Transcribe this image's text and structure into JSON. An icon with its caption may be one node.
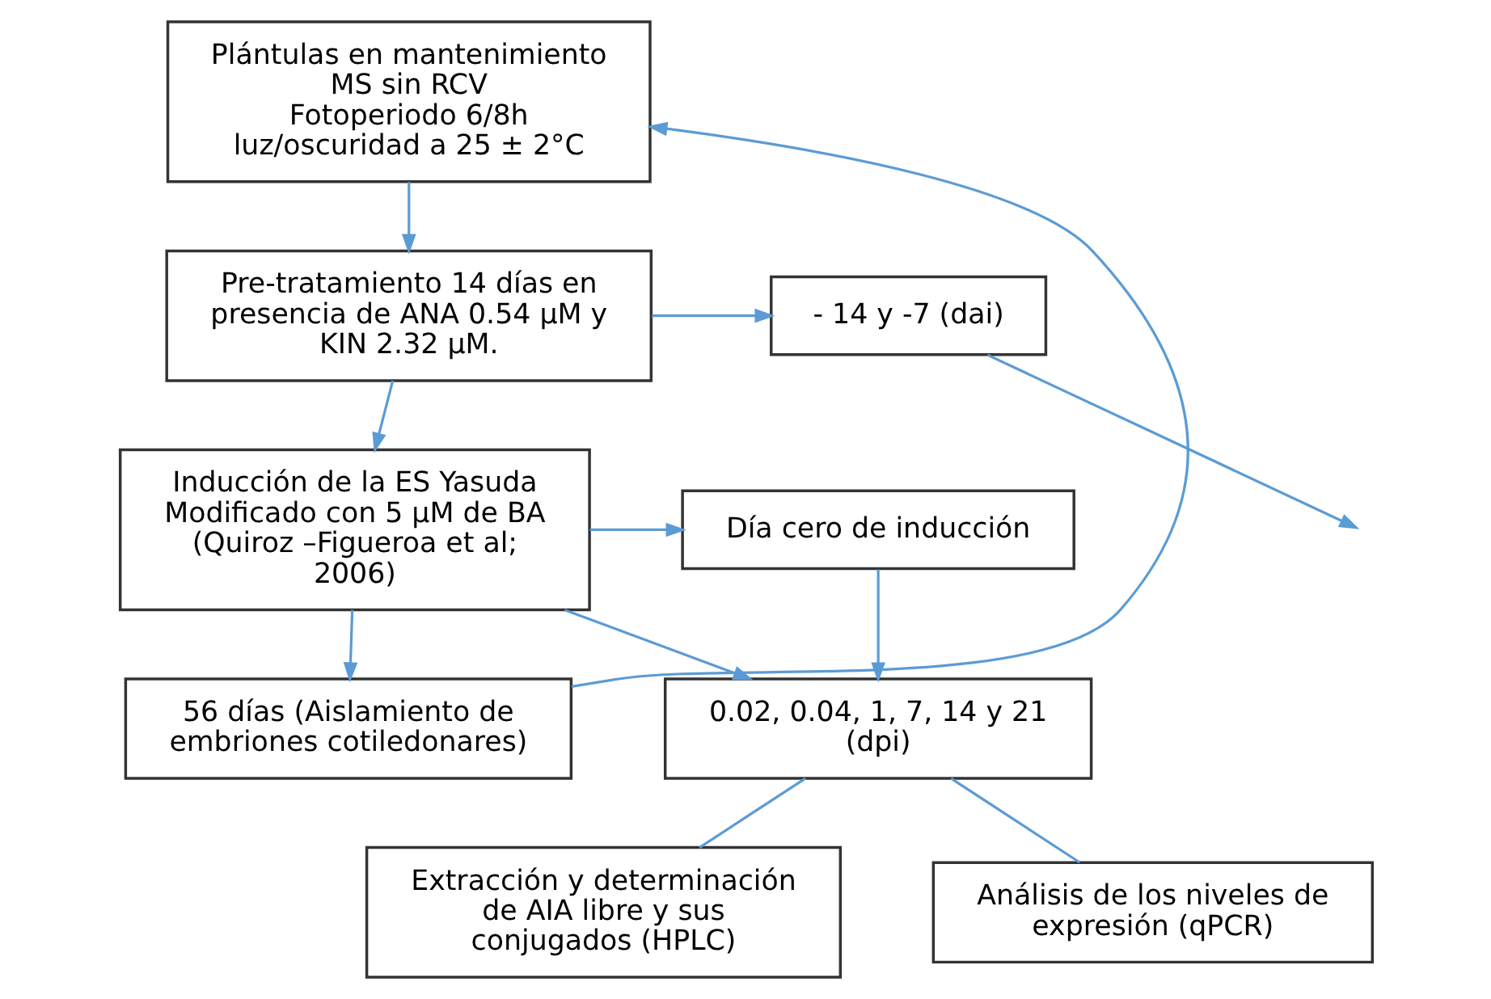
{
  "diagram": {
    "nodes": [
      {
        "text": [
          "Plántulas en mantenimiento MS sin RCV",
          "Fotoperiodo 6/8h luz/oscuridad a 25 ± 2°C"
        ]
      },
      {
        "text": [
          "Pre-tratamiento 14 días en presencia de ANA 0.54 µM y KIN 2.32 µM."
        ]
      },
      {
        "text": [
          "- 14 y -7 (dai)"
        ]
      },
      {
        "text": [
          "Inducción de la ES Yasuda Modificado con 5 µM de BA (Quiroz –Figueroa et al; 2006)"
        ]
      },
      {
        "text": [
          "Día cero de inducción"
        ]
      },
      {
        "text": [
          "0.02, 0.04, 1, 7, 14 y 21 (dpi)"
        ]
      },
      {
        "text": [
          "56 días (Aislamiento de embriones cotiledonares)"
        ]
      },
      {
        "text": [
          "Extracción y determinación de AIA libre y sus conjugados (HPLC)"
        ]
      },
      {
        "text": [
          "Análisis de los niveles de expresión (qPCR)"
        ]
      }
    ],
    "edges": [
      {
        "from": 0,
        "to": 1,
        "arrow": "to"
      },
      {
        "from": 1,
        "to": 2,
        "arrow": "to"
      },
      {
        "from": 2,
        "to": null,
        "arrow": "to"
      },
      {
        "from": 1,
        "to": 3,
        "arrow": "to"
      },
      {
        "from": 3,
        "to": 4,
        "arrow": "to"
      },
      {
        "from": 4,
        "to": 5,
        "arrow": "to"
      },
      {
        "from": 3,
        "to": 5,
        "arrow": "to"
      },
      {
        "from": 3,
        "to": 6,
        "arrow": "to"
      },
      {
        "from": 6,
        "to": 0,
        "arrow": "to"
      },
      {
        "from": 5,
        "to": 7,
        "arrow": "none"
      },
      {
        "from": 5,
        "to": 8,
        "arrow": "none"
      }
    ]
  }
}
